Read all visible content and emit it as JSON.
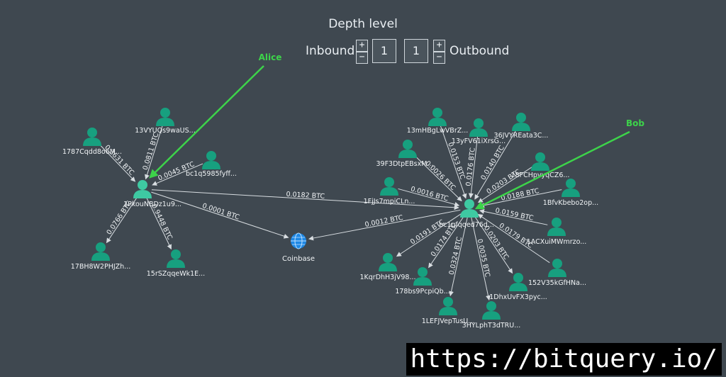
{
  "controls": {
    "title": "Depth level",
    "inbound_label": "Inbound",
    "outbound_label": "Outbound",
    "inbound_value": "1",
    "outbound_value": "1",
    "plus": "+",
    "minus": "−"
  },
  "annotations": [
    {
      "id": "alice",
      "label": "Alice",
      "color": "#3dd34a"
    },
    {
      "id": "bob",
      "label": "Bob",
      "color": "#3dd34a"
    }
  ],
  "colors": {
    "node": "#17a07f",
    "node_hub": "#3ec9a2",
    "edge": "#d8dde1",
    "text": "#f1f4f6",
    "globe": "#1e88e5"
  },
  "nodes": [
    {
      "id": "alice",
      "label": "1PkouNBDz1u9...",
      "hub": true
    },
    {
      "id": "bob",
      "label": "bc1qfqqed76d...",
      "hub": true
    },
    {
      "id": "coinbase",
      "label": "Coinbase",
      "icon": "globe"
    },
    {
      "id": "a1",
      "label": "1787Cqdd8o6M..."
    },
    {
      "id": "a2",
      "label": "13VYUQs9waUS..."
    },
    {
      "id": "a3",
      "label": "bc1q5985fyff..."
    },
    {
      "id": "a4",
      "label": "17BH8W2PHJZh..."
    },
    {
      "id": "a5",
      "label": "15rSZqqeWk1E..."
    },
    {
      "id": "b1",
      "label": "13mHBgLwVBrZ..."
    },
    {
      "id": "b2",
      "label": "13yFV61iXrsG..."
    },
    {
      "id": "b3",
      "label": "36JVYREata3C..."
    },
    {
      "id": "b4",
      "label": "39F3DtpEBsxM..."
    },
    {
      "id": "b5",
      "label": "18FCHpvyqCZ6..."
    },
    {
      "id": "b6",
      "label": "1FjJs7mpiCLn..."
    },
    {
      "id": "b7",
      "label": "1BfvKbebo2op..."
    },
    {
      "id": "b8",
      "label": "1ACXuiMWmrzo..."
    },
    {
      "id": "b9",
      "label": "152V35kGfHNa..."
    },
    {
      "id": "b10",
      "label": "1DhxUvFX3pyc..."
    },
    {
      "id": "b11",
      "label": "3HYLphT3dTRU..."
    },
    {
      "id": "b12",
      "label": "1LEFJVepTusU..."
    },
    {
      "id": "b13",
      "label": "178bs9PcpiQb..."
    },
    {
      "id": "b14",
      "label": "1KqrDhH3jV98..."
    }
  ],
  "edges": [
    {
      "from": "a1",
      "to": "alice",
      "label": "0.3631 BTC"
    },
    {
      "from": "a2",
      "to": "alice",
      "label": "0.0811 BTC"
    },
    {
      "from": "a3",
      "to": "alice",
      "label": "0.0045 BTC"
    },
    {
      "from": "alice",
      "to": "a4",
      "label": "0.0766 BTC"
    },
    {
      "from": "alice",
      "to": "a5",
      "label": "0.9448 BTC"
    },
    {
      "from": "alice",
      "to": "bob",
      "label": "0.0182 BTC"
    },
    {
      "from": "alice",
      "to": "coinbase",
      "label": "0.0001 BTC"
    },
    {
      "from": "bob",
      "to": "coinbase",
      "label": "0.0012 BTC"
    },
    {
      "from": "b1",
      "to": "bob",
      "label": "0.0153 BTC"
    },
    {
      "from": "b2",
      "to": "bob",
      "label": "0.0176 BTC"
    },
    {
      "from": "b3",
      "to": "bob",
      "label": "0.0140 BTC"
    },
    {
      "from": "b4",
      "to": "bob",
      "label": "0.0026 BTC"
    },
    {
      "from": "b5",
      "to": "bob",
      "label": "0.0203 BTC"
    },
    {
      "from": "b6",
      "to": "bob",
      "label": "0.0016 BTC"
    },
    {
      "from": "b7",
      "to": "bob",
      "label": "0.0188 BTC"
    },
    {
      "from": "b8",
      "to": "bob",
      "label": "0.0159 BTC"
    },
    {
      "from": "b9",
      "to": "bob",
      "label": "0.0179 BTC"
    },
    {
      "from": "bob",
      "to": "b10",
      "label": "0.0203 BTC"
    },
    {
      "from": "bob",
      "to": "b11",
      "label": "0.0035 BTC"
    },
    {
      "from": "bob",
      "to": "b12",
      "label": "0.0324 BTC"
    },
    {
      "from": "bob",
      "to": "b13",
      "label": "0.0174 BTC"
    },
    {
      "from": "bob",
      "to": "b14",
      "label": "0.0191 BTC"
    }
  ],
  "watermark": "https://bitquery.io/"
}
